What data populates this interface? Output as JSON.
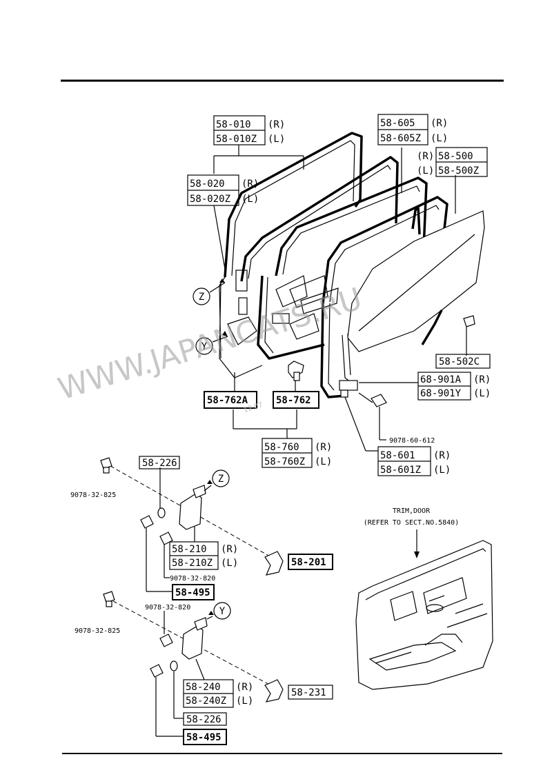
{
  "callouts": {
    "z_marker": "Z",
    "y_marker": "Y"
  },
  "labels": {
    "p58_010": "58-010",
    "p58_010_side": "(R)",
    "p58_010z": "58-010Z",
    "p58_010z_side": "(L)",
    "p58_020": "58-020",
    "p58_020_side": "(R)",
    "p58_020z": "58-020Z",
    "p58_020z_side": "(L)",
    "p58_605": "58-605",
    "p58_605_side": "(R)",
    "p58_605z": "58-605Z",
    "p58_605z_side": "(L)",
    "p58_500_side": "(R)",
    "p58_500": "58-500",
    "p58_500z_side": "(L)",
    "p58_500z": "58-500Z",
    "p58_502c": "58-502C",
    "p68_901a": "68-901A",
    "p68_901a_side": "(R)",
    "p68_901y": "68-901Y",
    "p68_901y_side": "(L)",
    "p9078_60_612": "9078-60-612",
    "p58_601": "58-601",
    "p58_601_side": "(R)",
    "p58_601z": "58-601Z",
    "p58_601z_side": "(L)",
    "p58_762a": "58-762A",
    "p58_762": "58-762",
    "p58_760": "58-760",
    "p58_760_side": "(R)",
    "p58_760z": "58-760Z",
    "p58_760z_side": "(L)",
    "p58_226_top": "58-226",
    "p9078_32_825_top": "9078-32-825",
    "p58_210": "58-210",
    "p58_210_side": "(R)",
    "p58_210z": "58-210Z",
    "p58_210z_side": "(L)",
    "p58_201": "58-201",
    "p9078_32_820_a": "9078-32-820",
    "p58_495_top": "58-495",
    "p9078_32_820_b": "9078-32-820",
    "p9078_32_825_bottom": "9078-32-825",
    "p58_240": "58-240",
    "p58_240_side": "(R)",
    "p58_240z": "58-240Z",
    "p58_240z_side": "(L)",
    "p58_231": "58-231",
    "p58_226_bottom": "58-226",
    "p58_495_bottom": "58-495",
    "trim_line1": "TRIM,DOOR",
    "trim_line2": "(REFER TO SECT.NO.5840)"
  },
  "watermark": {
    "text": "WWW.JAPANCATS.RU",
    "stamp": "12.07"
  }
}
